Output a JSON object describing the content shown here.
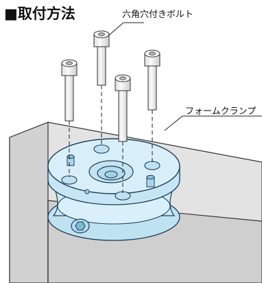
{
  "heading": {
    "title": "■取付方法"
  },
  "labels": {
    "bolt": "六角穴付きボルト",
    "clamp": "フォームクランプ"
  },
  "colors": {
    "clamp_fill": "#cfeaf6",
    "clamp_stroke": "#1d3d55",
    "base_fill": "#e5e5e5",
    "base_side": "#cfcfcf",
    "bolt_fill": "#f2f2f2",
    "line": "#222222"
  }
}
